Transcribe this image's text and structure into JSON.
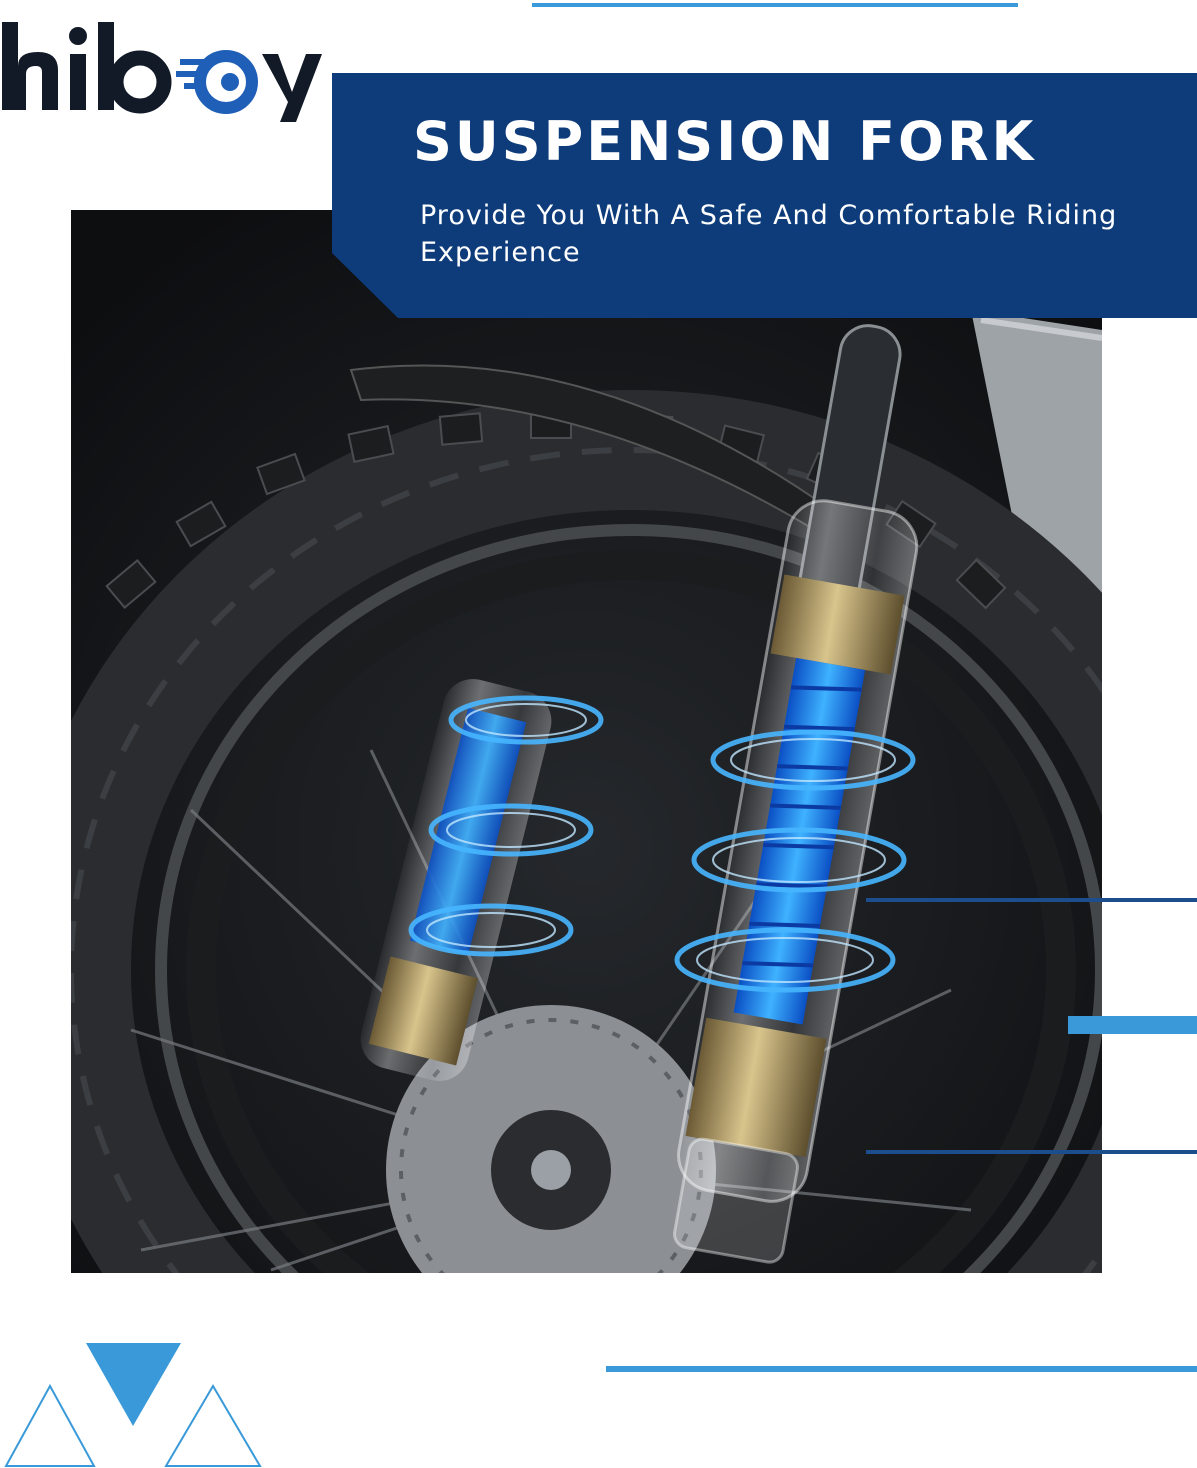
{
  "brand": {
    "logo_text": "hiboy"
  },
  "banner": {
    "title": "SUSPENSION FORK",
    "subtitle": "Provide You With A Safe And Comfortable Riding Experience"
  },
  "colors": {
    "banner_blue": "#0e3c7a",
    "accent_blue": "#3a9ad9",
    "logo_dark": "#111a26",
    "logo_blue": "#1f5fb8",
    "spring_blue": "#1e8fff"
  },
  "icons": [
    "hiboy-logo",
    "triangle-outline",
    "triangle-filled"
  ]
}
